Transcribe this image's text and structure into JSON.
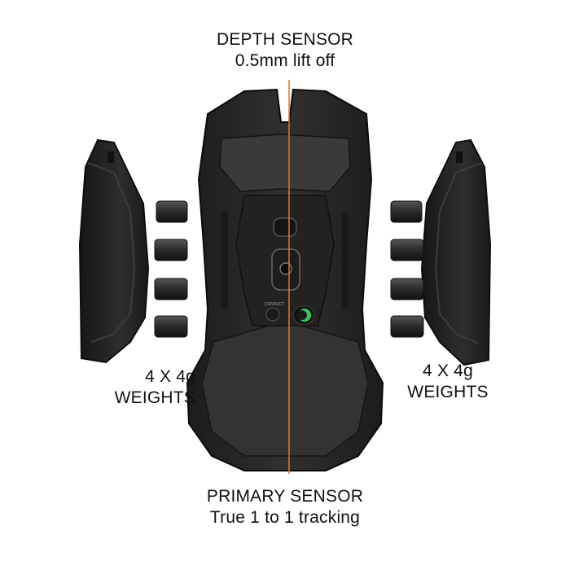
{
  "labels": {
    "depth_sensor_title": "DEPTH SENSOR",
    "depth_sensor_detail": "0.5mm lift off",
    "primary_sensor_title": "PRIMARY SENSOR",
    "primary_sensor_detail": "True 1 to 1 tracking",
    "left_weights_count": "4 X 4g",
    "left_weights_name": "WEIGHTS",
    "right_weights_count": "4 X 4g",
    "right_weights_name": "WEIGHTS",
    "connect_button": "CONNECT"
  },
  "colors": {
    "accent_line": "#e8732a",
    "mouse_body": "#2b2b2b",
    "mouse_dark": "#1a1a1a",
    "switch_green": "#2fd05a",
    "background": "#ffffff"
  }
}
